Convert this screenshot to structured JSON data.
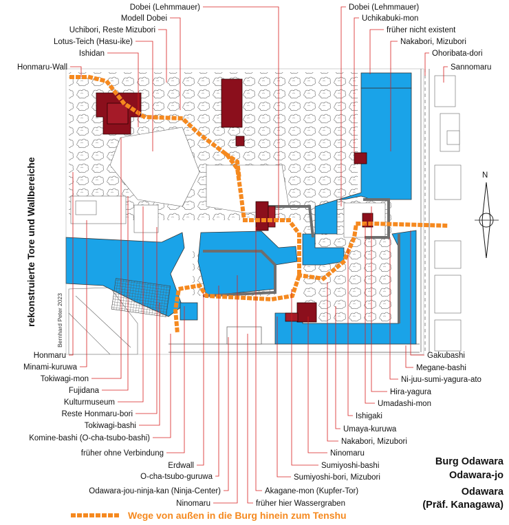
{
  "colors": {
    "water": "#1aa3e8",
    "building": "#8b0f1c",
    "path": "#f5891f",
    "leader": "#d81e1e",
    "wall": "#6e6e6e"
  },
  "title": {
    "line1": "Burg Odawara",
    "line2": "Odawara-jo",
    "line3": "Odawara",
    "line4": "(Präf. Kanagawa)"
  },
  "legend": {
    "path_label": "Wege von außen in die Burg hinein zum Tenshu"
  },
  "side_label": "rekonstruierte Tore und Wallbereiche",
  "credit": "Bernhard Peter 2023",
  "compass": {
    "north": "N"
  },
  "labels": {
    "top_left": [
      "Dobei (Lehmmauer)",
      "Modell Dobei",
      "Uchibori, Reste Mizubori",
      "Lotus-Teich (Hasu-ike)",
      "Ishidan",
      "Honmaru-Wall"
    ],
    "top_right": [
      "Dobei (Lehmmauer)",
      "Uchikabuki-mon",
      "früher nicht existent",
      "Nakabori, Mizubori",
      "Ohoribata-dori",
      "Sannomaru"
    ],
    "bottom_left": [
      "Honmaru",
      "Minami-kuruwa",
      "Tokiwagi-mon",
      "Fujidana",
      "Kulturmuseum",
      "Reste Honmaru-bori",
      "Tokiwagi-bashi",
      "Komine-bashi (O-cha-tsubo-bashi)",
      "früher ohne Verbindung",
      "Erdwall",
      "O-cha-tsubo-guruwa",
      "Odawara-jou-ninja-kan (Ninja-Center)",
      "Ninomaru"
    ],
    "bottom_right": [
      "Gakubashi",
      "Megane-bashi",
      "Ni-juu-sumi-yagura-ato",
      "Hira-yagura",
      "Umadashi-mon",
      "Ishigaki",
      "Umaya-kuruwa",
      "Nakabori, Mizubori",
      "Ninomaru",
      "Sumiyoshi-bashi",
      "Sumiyoshi-bori, Mizubori",
      "Akagane-mon (Kupfer-Tor)",
      "früher hier Wassergraben"
    ]
  }
}
